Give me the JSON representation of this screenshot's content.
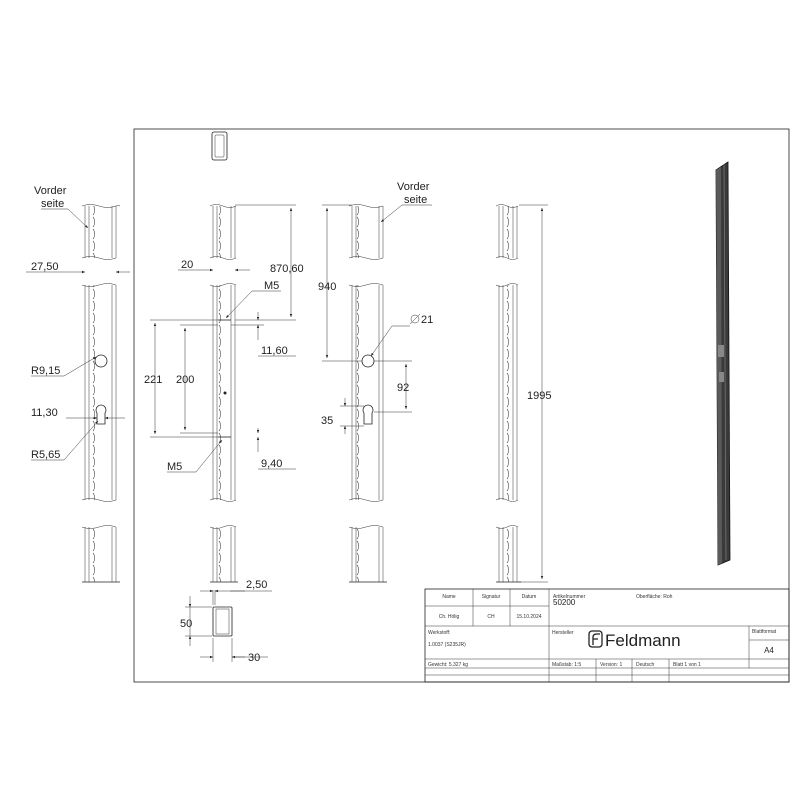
{
  "drawing": {
    "labels": {
      "vorder_1": "Vorder",
      "seite_1": "seite",
      "vorder_2": "Vorder",
      "seite_2": "seite",
      "m5_top": "M5",
      "m5_bottom": "M5"
    },
    "dimensions": {
      "d_27_50": "27,50",
      "d_r9_15": "R9,15",
      "d_11_30": "11,30",
      "d_r5_65": "R5,65",
      "d_20": "20",
      "d_870_60": "870,60",
      "d_11_60": "11,60",
      "d_221": "221",
      "d_200": "200",
      "d_9_40": "9,40",
      "d_940": "940",
      "d_dia21": "21",
      "d_92": "92",
      "d_35": "35",
      "d_1995": "1995",
      "d_2_50": "2,50",
      "d_50": "50",
      "d_30": "30"
    }
  },
  "title_block": {
    "headers": {
      "name": "Name",
      "signatur": "Signatur",
      "datum": "Datum",
      "artikelnummer": "Artikelnummer",
      "oberflaeche": "Oberfläche: Roh",
      "blattformat": "Blattformat"
    },
    "values": {
      "name": "Ch. Hölig",
      "signatur": "CH",
      "datum": "15.10.2024",
      "artikelnummer": "50200",
      "werkstoff_label": "Werkstoff:",
      "werkstoff_value": "1.0037 (S235JR)",
      "hersteller": "Hersteller",
      "brand": "Feldmann",
      "blattformat": "A4",
      "gewicht": "Gewicht: 5.327 kg",
      "massstab": "Maßstab: 1:5",
      "version": "Version: 1",
      "sprache": "Deutsch",
      "blatt": "Blatt 1 von 1"
    }
  }
}
